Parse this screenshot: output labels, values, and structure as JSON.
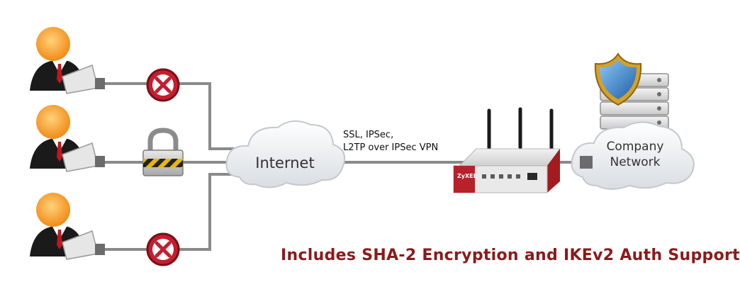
{
  "clouds": {
    "internet_label": "Internet",
    "company_label_line1": "Company",
    "company_label_line2": "Network"
  },
  "tunnel_labels": {
    "line1": "SSL, IPSec,",
    "line2": "L2TP over IPSec VPN"
  },
  "banner": {
    "text": "Includes SHA-2 Encryption and IKEv2 Auth Support"
  },
  "device": {
    "brand_text": "ZyXEL"
  },
  "users": [
    {
      "status_icon": "blocked-icon"
    },
    {
      "status_icon": "lock-icon"
    },
    {
      "status_icon": "blocked-icon"
    }
  ],
  "colors": {
    "line": "#8a8a8a",
    "blocked": "#c41e2e",
    "lock_stripe": "#e8b800",
    "banner": "#8b1a1a",
    "shield": "#3a84c7"
  }
}
